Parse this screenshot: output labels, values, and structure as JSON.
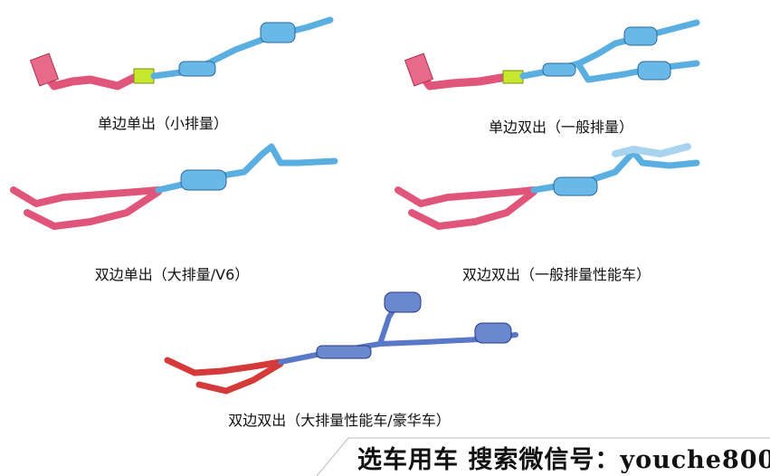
{
  "captions": [
    "单边单出（小排量）",
    "单边双出（一般排量）",
    "双边单出（大排量/V6）",
    "双边双出（一般排量性能车）",
    "双边双出（大排量性能车/豪华车）"
  ],
  "banner": {
    "cn": "选车用车 搜索微信号：",
    "en": "youche800"
  },
  "colors": {
    "front_pipe": "#e0567a",
    "rear_pipe": "#5aaee0",
    "bottom_front": "#d43a3a",
    "bottom_rear": "#5a78c8",
    "catalyst": "#c8e830"
  }
}
